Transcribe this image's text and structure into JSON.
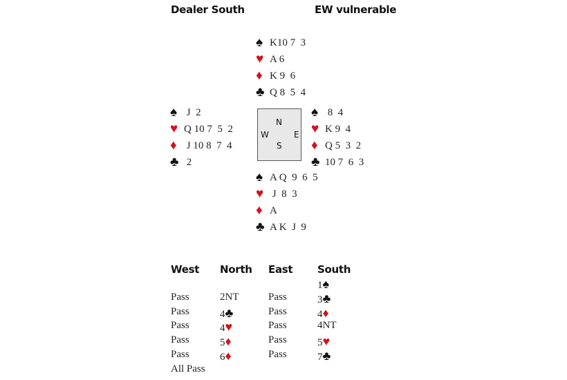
{
  "header": {
    "dealer": "Dealer South",
    "vulnerability": "EW vulnerable"
  },
  "colors": {
    "red_suit": "#d0141e",
    "black_suit": "#111111"
  },
  "compass": {
    "north": "N",
    "south": "S",
    "east": "E",
    "west": "W"
  },
  "hands": {
    "north": [
      {
        "suit": "♠",
        "cards": "K10 7  3"
      },
      {
        "suit": "♥",
        "cards": "A 6"
      },
      {
        "suit": "♦",
        "cards": "K 9  6"
      },
      {
        "suit": "♣",
        "cards": "Q 8  5  4"
      }
    ],
    "west": [
      {
        "suit": "♠",
        "cards": " J  2"
      },
      {
        "suit": "♥",
        "cards": "Q 10 7  5  2"
      },
      {
        "suit": "♦",
        "cards": " J 10 8  7  4"
      },
      {
        "suit": "♣",
        "cards": " 2"
      }
    ],
    "east": [
      {
        "suit": "♠",
        "cards": " 8  4"
      },
      {
        "suit": "♥",
        "cards": "K 9  4"
      },
      {
        "suit": "♦",
        "cards": "Q 5  3  2"
      },
      {
        "suit": "♣",
        "cards": "10 7  6  3"
      }
    ],
    "south": [
      {
        "suit": "♠",
        "cards": "A Q  9  6  5"
      },
      {
        "suit": "♥",
        "cards": " J  8  3"
      },
      {
        "suit": "♦",
        "cards": "A"
      },
      {
        "suit": "♣",
        "cards": "A K  J  9"
      }
    ]
  },
  "auction": {
    "headers": [
      "West",
      "North",
      "East",
      "South"
    ],
    "rows": [
      [
        "",
        "",
        "",
        "1♠"
      ],
      [
        "Pass",
        "2NT",
        "Pass",
        "3♣"
      ],
      [
        "Pass",
        "4♣",
        "Pass",
        "4♦"
      ],
      [
        "Pass",
        "4♥",
        "Pass",
        "4NT"
      ],
      [
        "Pass",
        "5♦",
        "Pass",
        "5♥"
      ],
      [
        "Pass",
        "6♦",
        "Pass",
        "7♣"
      ],
      [
        "All Pass",
        "",
        "",
        ""
      ]
    ]
  }
}
